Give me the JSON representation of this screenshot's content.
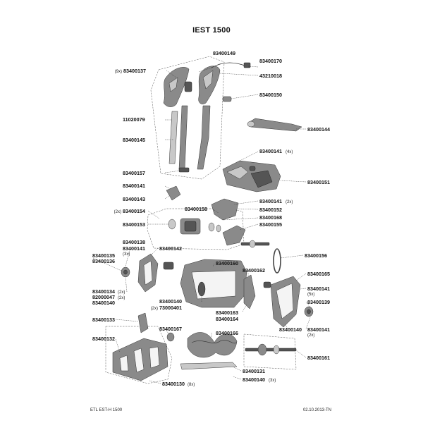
{
  "title": "IEST 1500",
  "footer": {
    "left": "ETL EST-H 1500",
    "right": "02.10.2013-TN"
  },
  "callouts": [
    {
      "id": "c1",
      "number": "83400149",
      "qty": ""
    },
    {
      "id": "c2",
      "number": "83400170",
      "qty": ""
    },
    {
      "id": "c3",
      "number": "83400137",
      "qty": "(9x)"
    },
    {
      "id": "c4",
      "number": "43210018",
      "qty": ""
    },
    {
      "id": "c5",
      "number": "83400150",
      "qty": ""
    },
    {
      "id": "c6",
      "number": "11020079",
      "qty": ""
    },
    {
      "id": "c7",
      "number": "83400144",
      "qty": ""
    },
    {
      "id": "c8",
      "number": "83400145",
      "qty": ""
    },
    {
      "id": "c9",
      "number": "83400141",
      "qty": "(4x)"
    },
    {
      "id": "c10",
      "number": "83400157",
      "qty": ""
    },
    {
      "id": "c11",
      "number": "83400151",
      "qty": ""
    },
    {
      "id": "c12",
      "number": "83400141",
      "qty": ""
    },
    {
      "id": "c13",
      "number": "83400143",
      "qty": ""
    },
    {
      "id": "c14",
      "number": "83400141",
      "qty": "(2x)"
    },
    {
      "id": "c15",
      "number": "83400158",
      "qty": ""
    },
    {
      "id": "c16",
      "number": "83400152",
      "qty": ""
    },
    {
      "id": "c17",
      "number": "83400154",
      "qty": "(2x)"
    },
    {
      "id": "c18",
      "number": "83400168",
      "qty": ""
    },
    {
      "id": "c19",
      "number": "83400153",
      "qty": ""
    },
    {
      "id": "c20",
      "number": "83400155",
      "qty": ""
    },
    {
      "id": "c21",
      "number": "83400138",
      "qty": ""
    },
    {
      "id": "c22",
      "number": "83400141",
      "qty": "(3x)"
    },
    {
      "id": "c23",
      "number": "83400142",
      "qty": ""
    },
    {
      "id": "c24",
      "number": "83400135",
      "qty": ""
    },
    {
      "id": "c25",
      "number": "83400136",
      "qty": ""
    },
    {
      "id": "c26",
      "number": "83400156",
      "qty": ""
    },
    {
      "id": "c27",
      "number": "83400160",
      "qty": ""
    },
    {
      "id": "c28",
      "number": "83400162",
      "qty": ""
    },
    {
      "id": "c29",
      "number": "83400165",
      "qty": ""
    },
    {
      "id": "c30",
      "number": "83400141",
      "qty": "(5x)"
    },
    {
      "id": "c31",
      "number": "83400134",
      "qty": "(2x)"
    },
    {
      "id": "c32",
      "number": "82000047",
      "qty": "(2x)"
    },
    {
      "id": "c33",
      "number": "83400140",
      "qty": ""
    },
    {
      "id": "c34",
      "number": "83400140",
      "qty": ""
    },
    {
      "id": "c35",
      "number": "73000401",
      "qty": "(2x)"
    },
    {
      "id": "c36",
      "number": "83400163",
      "qty": ""
    },
    {
      "id": "c37",
      "number": "83400139",
      "qty": ""
    },
    {
      "id": "c38",
      "number": "83400164",
      "qty": ""
    },
    {
      "id": "c39",
      "number": "83400133",
      "qty": ""
    },
    {
      "id": "c40",
      "number": "83400140",
      "qty": ""
    },
    {
      "id": "c41",
      "number": "83400141",
      "qty": "(2x)"
    },
    {
      "id": "c42",
      "number": "83400167",
      "qty": ""
    },
    {
      "id": "c43",
      "number": "83400166",
      "qty": ""
    },
    {
      "id": "c44",
      "number": "83400132",
      "qty": ""
    },
    {
      "id": "c45",
      "number": "83400161",
      "qty": ""
    },
    {
      "id": "c46",
      "number": "83400131",
      "qty": ""
    },
    {
      "id": "c47",
      "number": "83400140",
      "qty": "(3x)"
    },
    {
      "id": "c48",
      "number": "83400130",
      "qty": "(8x)"
    }
  ]
}
